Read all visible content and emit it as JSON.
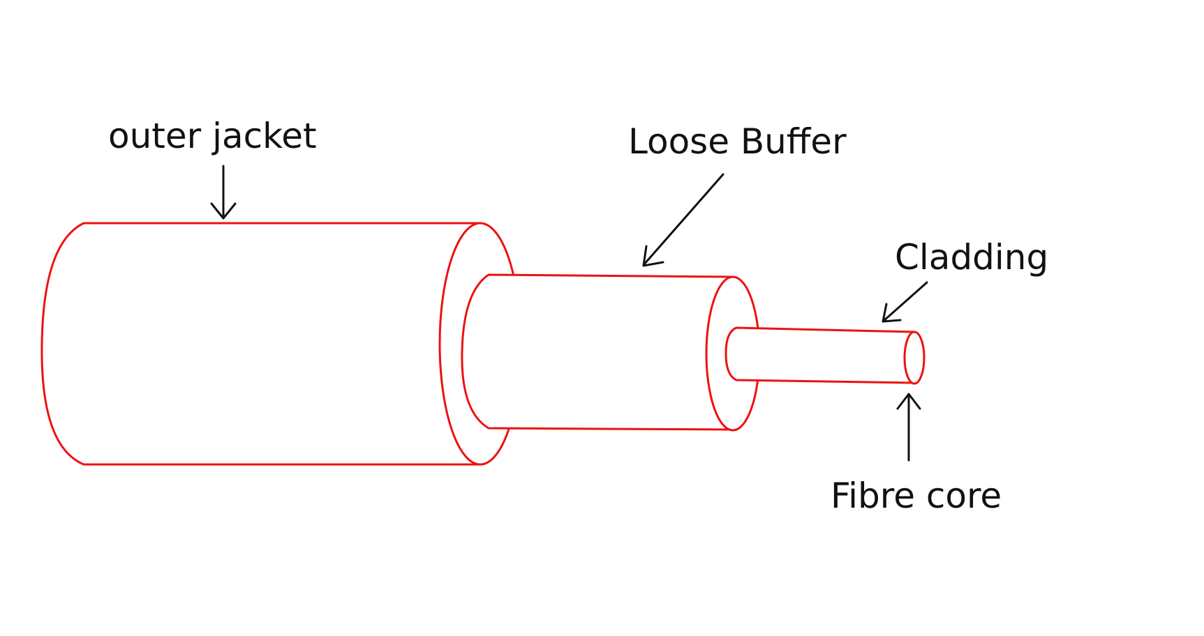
{
  "labels": {
    "outer_jacket": "outer jacket",
    "loose_buffer": "Loose Buffer",
    "cladding": "Cladding",
    "fibre_core": "Fibre core"
  },
  "colors": {
    "outline": "#ee1111",
    "ink": "#111111",
    "background": "#ffffff"
  }
}
